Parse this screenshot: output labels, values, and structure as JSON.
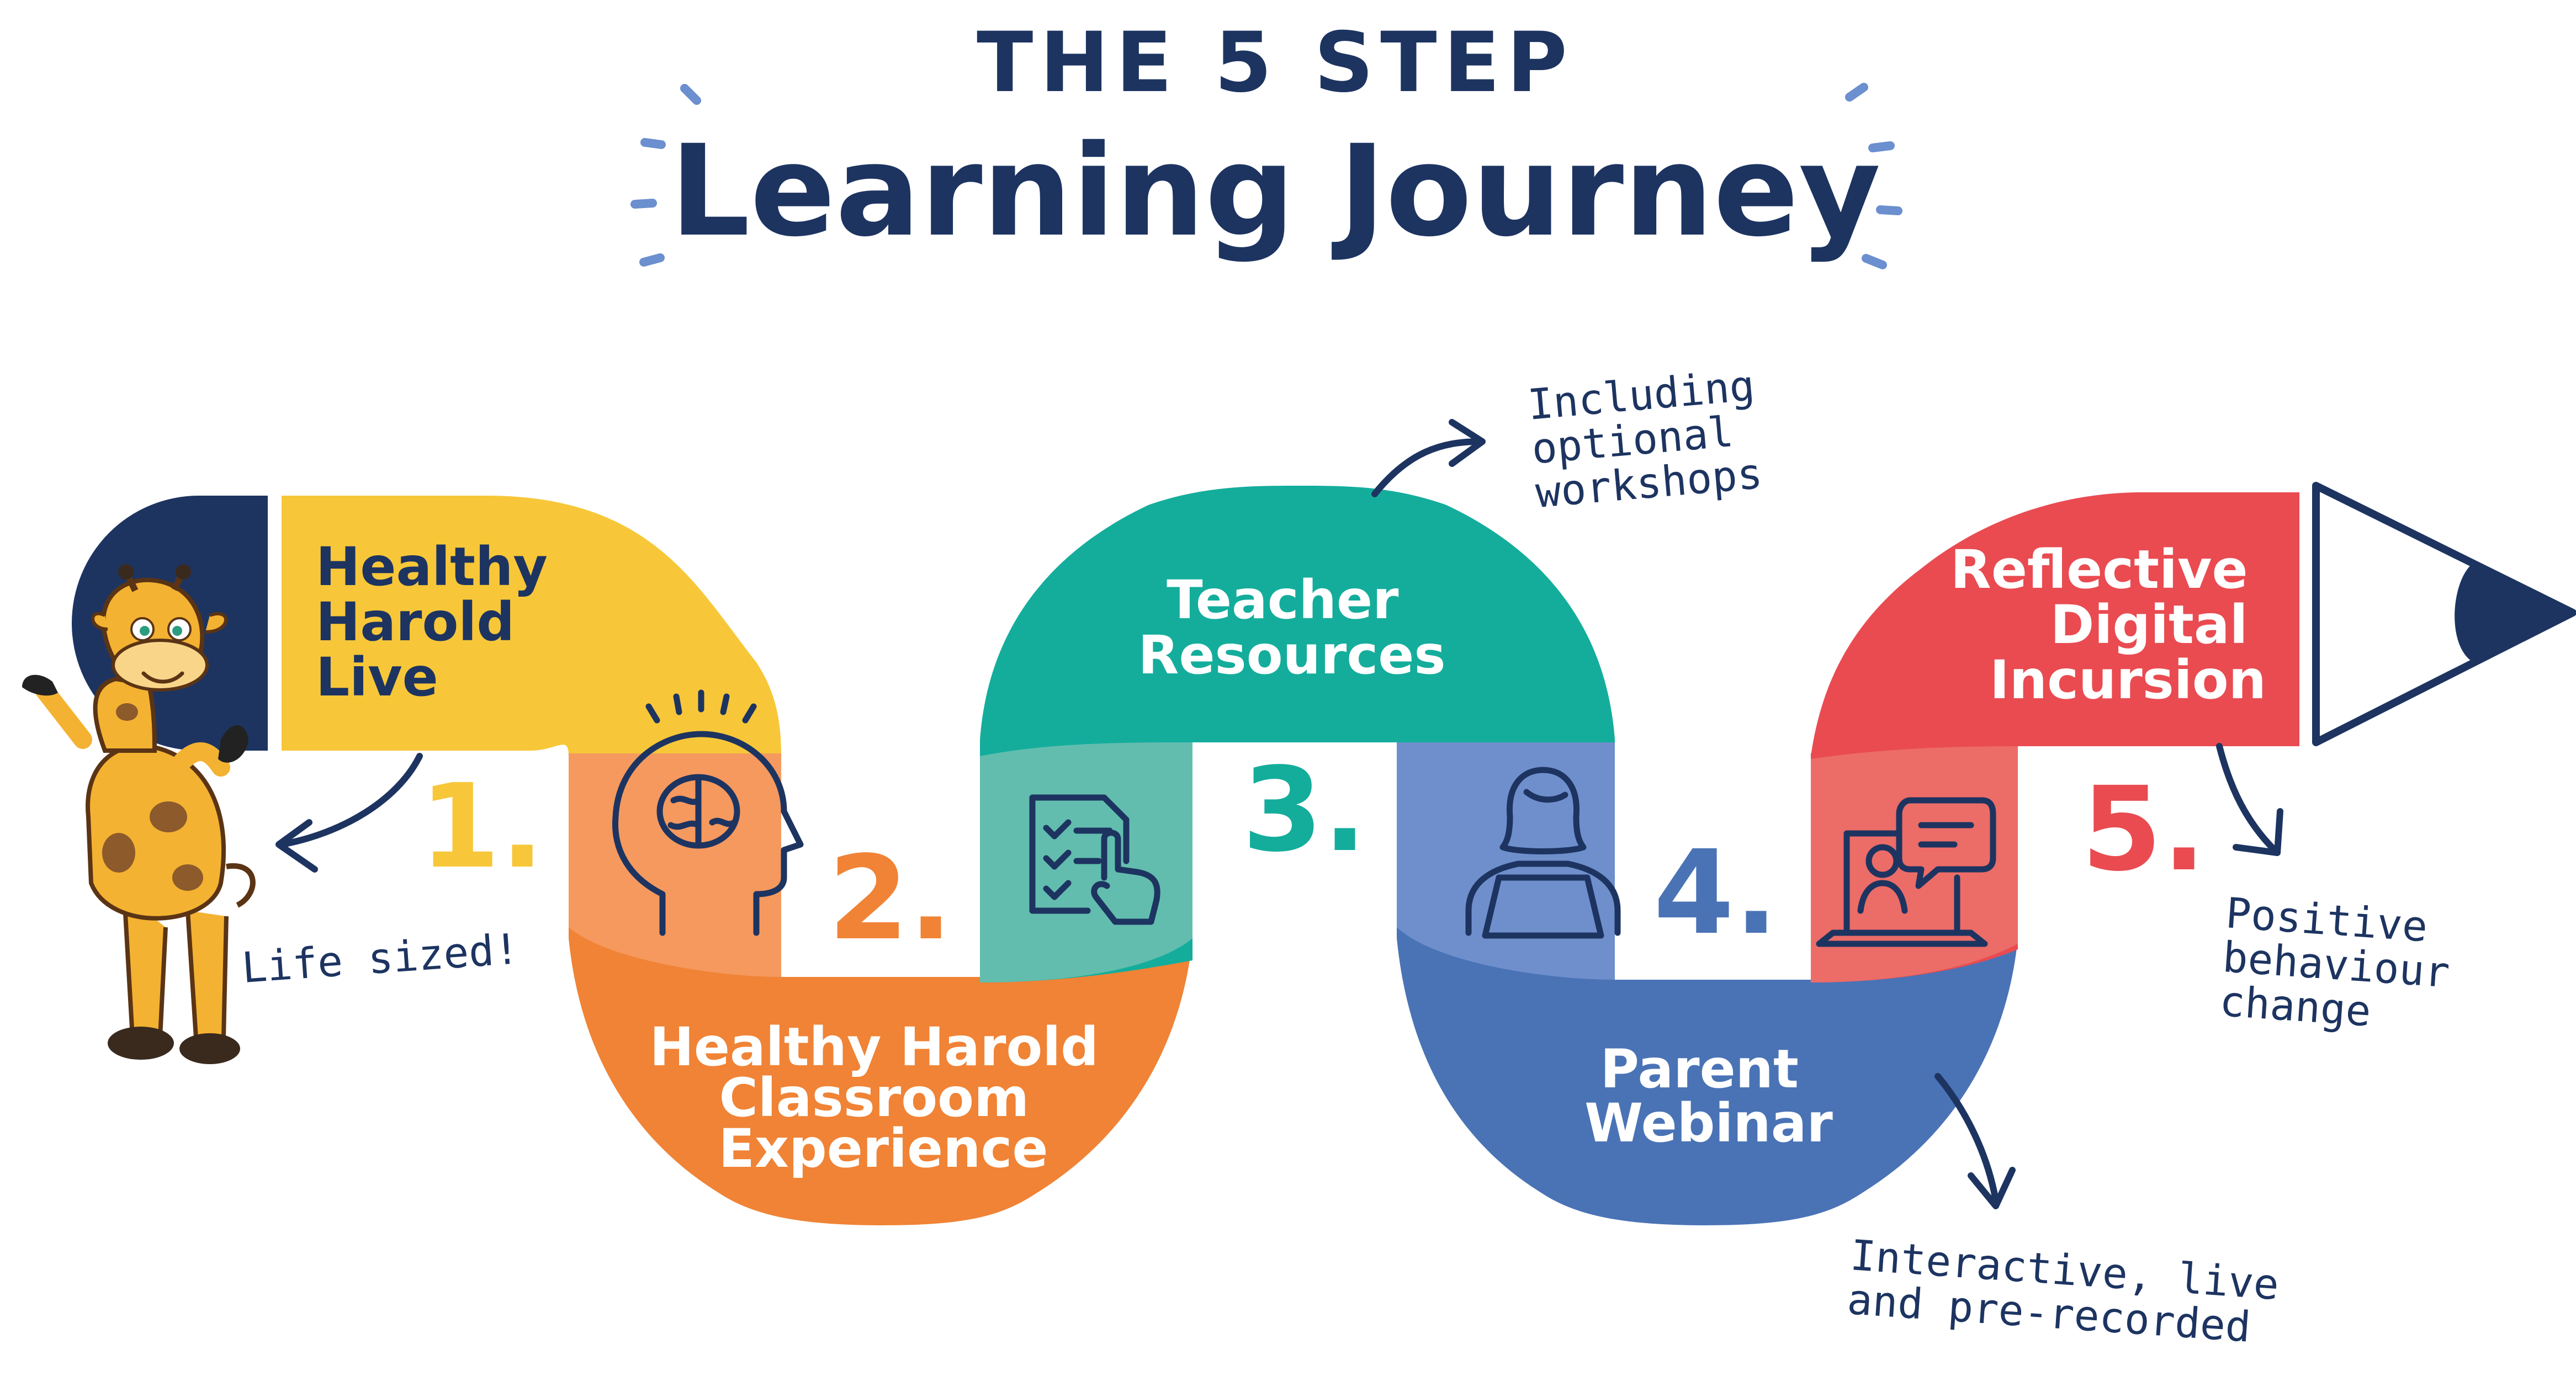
{
  "title": {
    "line1": "THE 5 STEP",
    "line2": "Learning Journey"
  },
  "colors": {
    "navy": "#1d3461",
    "yellow": "#f7c739",
    "orange": "#f08335",
    "teal": "#14ad9c",
    "blue": "#4a73b6",
    "red": "#e94b51",
    "accent_ticks": "#6b8fcf"
  },
  "steps": [
    {
      "number": "1.",
      "label_lines": [
        "Healthy",
        "Harold",
        "Live"
      ],
      "icon": "giraffe-mascot"
    },
    {
      "number": "2.",
      "label_lines": [
        "Healthy Harold",
        "Classroom",
        "Experience"
      ],
      "icon": "brain-head-icon"
    },
    {
      "number": "3.",
      "label_lines": [
        "Teacher",
        "Resources"
      ],
      "icon": "checklist-icon"
    },
    {
      "number": "4.",
      "label_lines": [
        "Parent",
        "Webinar"
      ],
      "icon": "person-laptop-icon"
    },
    {
      "number": "5.",
      "label_lines": [
        "Reflective",
        "Digital",
        "Incursion"
      ],
      "icon": "video-call-icon"
    }
  ],
  "notes": {
    "life_sized": "Life sized!",
    "workshops": [
      "Including",
      "optional",
      "workshops"
    ],
    "webinar": [
      "Interactive, live",
      "and pre-recorded"
    ],
    "outcome": [
      "Positive",
      "behaviour",
      "change"
    ]
  }
}
